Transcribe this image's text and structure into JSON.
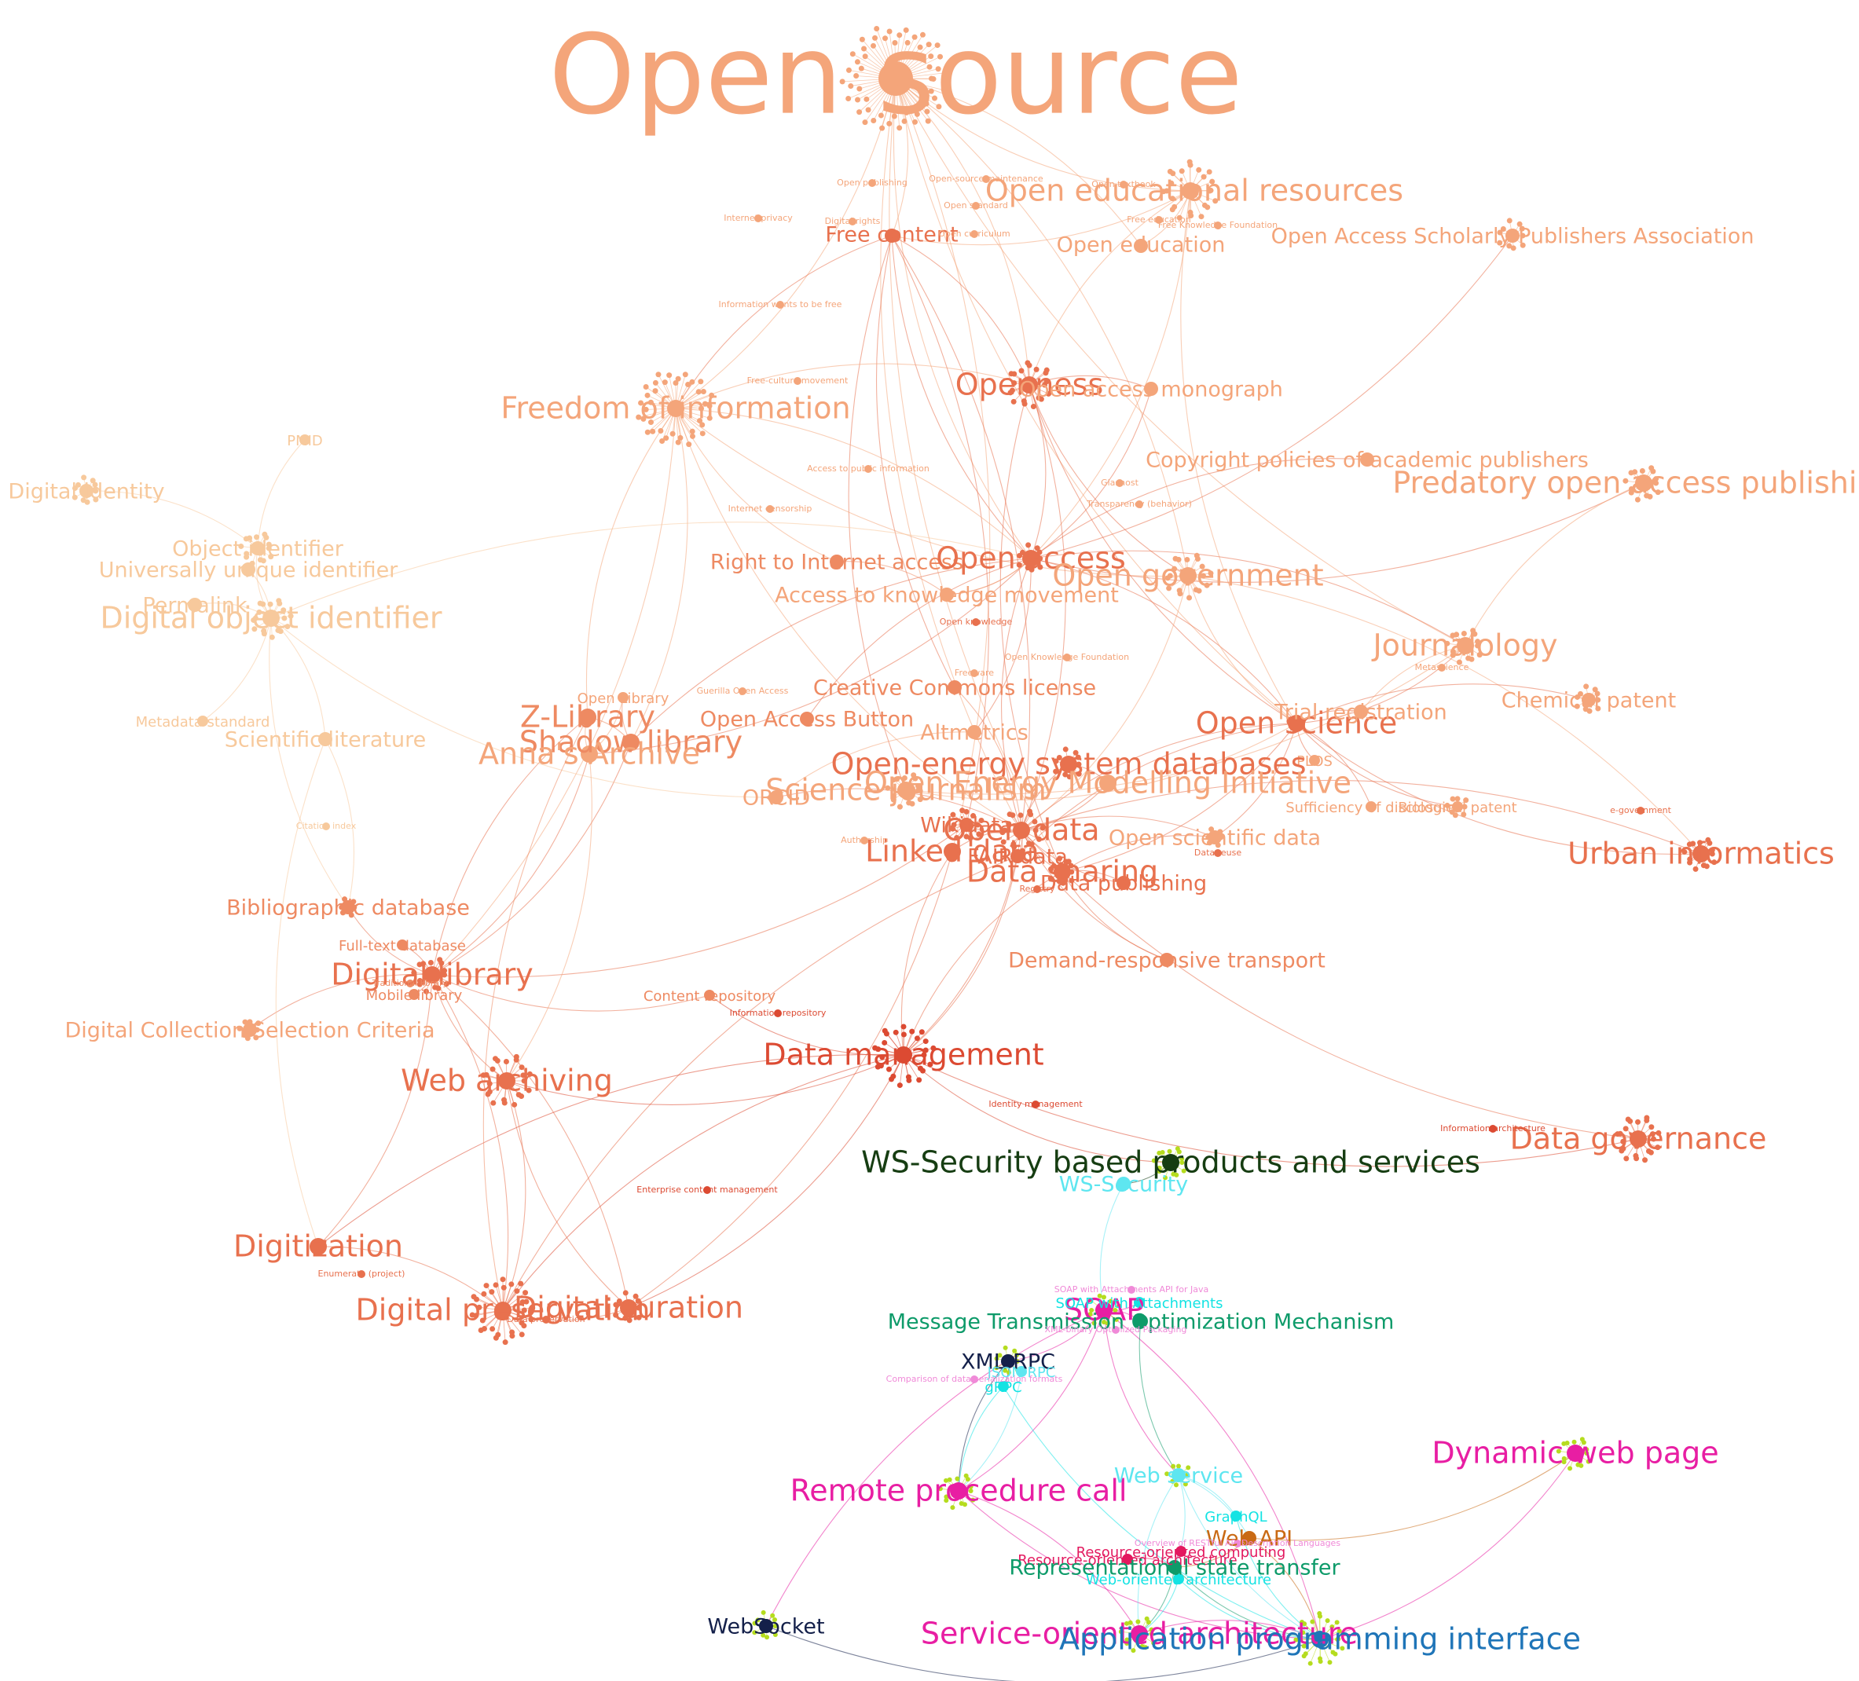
{
  "colors": {
    "peach": "#f4a57a",
    "salmon": "#ee8a62",
    "coral": "#e8714e",
    "red": "#dc4a32",
    "cream": "#f7c99c",
    "darkgreen": "#163d12",
    "cyan": "#5ee6f0",
    "aqua": "#14e3e3",
    "magenta": "#e81ea3",
    "teal": "#0e9b6a",
    "navy": "#14204a",
    "orange": "#c96a14",
    "crimson": "#e3195f",
    "blue": "#1f75b8",
    "pink": "#f08ad8",
    "lime": "#b5dc1e"
  },
  "nodes": [
    {
      "id": "open-source",
      "label": "Open source",
      "color": "peach",
      "size": "huge"
    },
    {
      "id": "open-educational-resources",
      "label": "Open educational resources",
      "color": "peach",
      "size": "large"
    },
    {
      "id": "free-content",
      "label": "Free content",
      "color": "coral",
      "size": "medium"
    },
    {
      "id": "open-education",
      "label": "Open education",
      "color": "peach",
      "size": "medium"
    },
    {
      "id": "oaspa",
      "label": "Open Access Scholarly Publishers Association",
      "color": "peach",
      "size": "medium"
    },
    {
      "id": "freedom-of-information",
      "label": "Freedom of information",
      "color": "peach",
      "size": "large"
    },
    {
      "id": "openness",
      "label": "Openness",
      "color": "coral",
      "size": "large"
    },
    {
      "id": "open-access-monograph",
      "label": "Open access monograph",
      "color": "peach",
      "size": "medium"
    },
    {
      "id": "copyright-policies",
      "label": "Copyright policies of academic publishers",
      "color": "peach",
      "size": "medium"
    },
    {
      "id": "predatory-oa",
      "label": "Predatory open access publishing",
      "color": "peach",
      "size": "large"
    },
    {
      "id": "pmid",
      "label": "PMID",
      "color": "cream",
      "size": "small"
    },
    {
      "id": "digital-identity",
      "label": "Digital identity",
      "color": "cream",
      "size": "medium"
    },
    {
      "id": "object-identifier",
      "label": "Object identifier",
      "color": "cream",
      "size": "medium"
    },
    {
      "id": "uuid",
      "label": "Universally unique identifier",
      "color": "cream",
      "size": "medium"
    },
    {
      "id": "permalink",
      "label": "Permalink",
      "color": "cream",
      "size": "medium"
    },
    {
      "id": "doi",
      "label": "Digital object identifier",
      "color": "cream",
      "size": "large"
    },
    {
      "id": "metadata-standard",
      "label": "Metadata standard",
      "color": "cream",
      "size": "small"
    },
    {
      "id": "scientific-literature",
      "label": "Scientific literature",
      "color": "cream",
      "size": "medium"
    },
    {
      "id": "right-to-internet-access",
      "label": "Right to Internet access",
      "color": "salmon",
      "size": "medium"
    },
    {
      "id": "open-access",
      "label": "Open access",
      "color": "coral",
      "size": "large"
    },
    {
      "id": "open-government",
      "label": "Open government",
      "color": "peach",
      "size": "large"
    },
    {
      "id": "access-to-knowledge",
      "label": "Access to knowledge movement",
      "color": "peach",
      "size": "medium"
    },
    {
      "id": "journalology",
      "label": "Journalology",
      "color": "peach",
      "size": "large"
    },
    {
      "id": "creative-commons",
      "label": "Creative Commons license",
      "color": "salmon",
      "size": "medium"
    },
    {
      "id": "open-access-button",
      "label": "Open Access Button",
      "color": "salmon",
      "size": "medium"
    },
    {
      "id": "z-library",
      "label": "Z-Library",
      "color": "salmon",
      "size": "large"
    },
    {
      "id": "shadow-library",
      "label": "Shadow library",
      "color": "salmon",
      "size": "large"
    },
    {
      "id": "annas-archive",
      "label": "Anna's Archive",
      "color": "peach",
      "size": "large"
    },
    {
      "id": "open-library",
      "label": "Open Library",
      "color": "peach",
      "size": "small"
    },
    {
      "id": "altmetrics",
      "label": "Altmetrics",
      "color": "peach",
      "size": "medium"
    },
    {
      "id": "open-science",
      "label": "Open science",
      "color": "coral",
      "size": "large"
    },
    {
      "id": "chemical-patent",
      "label": "Chemical patent",
      "color": "peach",
      "size": "medium"
    },
    {
      "id": "trial-registration",
      "label": "Trial registration",
      "color": "peach",
      "size": "medium"
    },
    {
      "id": "plos",
      "label": "PLOS",
      "color": "peach",
      "size": "small"
    },
    {
      "id": "open-energy-databases",
      "label": "Open-energy system databases",
      "color": "coral",
      "size": "large"
    },
    {
      "id": "open-energy-initiative",
      "label": "Open Energy Modelling Initiative",
      "color": "peach",
      "size": "large"
    },
    {
      "id": "science-journalism",
      "label": "Science journalism",
      "color": "peach",
      "size": "large"
    },
    {
      "id": "orcid",
      "label": "ORCID",
      "color": "peach",
      "size": "medium"
    },
    {
      "id": "wikidata",
      "label": "Wikidata",
      "color": "coral",
      "size": "medium"
    },
    {
      "id": "open-data",
      "label": "Open data",
      "color": "coral",
      "size": "large"
    },
    {
      "id": "linked-data",
      "label": "Linked data",
      "color": "coral",
      "size": "large"
    },
    {
      "id": "fair-data",
      "label": "FAIR data",
      "color": "coral",
      "size": "medium"
    },
    {
      "id": "data-sharing",
      "label": "Data sharing",
      "color": "coral",
      "size": "large"
    },
    {
      "id": "data-publishing",
      "label": "Data publishing",
      "color": "coral",
      "size": "medium"
    },
    {
      "id": "open-scientific-data",
      "label": "Open scientific data",
      "color": "peach",
      "size": "medium"
    },
    {
      "id": "sufficiency",
      "label": "Sufficiency of disclosure",
      "color": "peach",
      "size": "small"
    },
    {
      "id": "biological-patent",
      "label": "Biological patent",
      "color": "peach",
      "size": "small"
    },
    {
      "id": "urban-informatics",
      "label": "Urban informatics",
      "color": "coral",
      "size": "large"
    },
    {
      "id": "bibliographic-database",
      "label": "Bibliographic database",
      "color": "salmon",
      "size": "medium"
    },
    {
      "id": "full-text-database",
      "label": "Full-text database",
      "color": "salmon",
      "size": "small"
    },
    {
      "id": "digital-library",
      "label": "Digital library",
      "color": "coral",
      "size": "large"
    },
    {
      "id": "mobile-library",
      "label": "Mobile library",
      "color": "salmon",
      "size": "small"
    },
    {
      "id": "digital-collection-criteria",
      "label": "Digital Collection Selection Criteria",
      "color": "peach",
      "size": "medium"
    },
    {
      "id": "demand-responsive-transport",
      "label": "Demand-responsive transport",
      "color": "salmon",
      "size": "medium"
    },
    {
      "id": "content-repository",
      "label": "Content repository",
      "color": "salmon",
      "size": "small"
    },
    {
      "id": "data-management",
      "label": "Data management",
      "color": "red",
      "size": "large"
    },
    {
      "id": "web-archiving",
      "label": "Web archiving",
      "color": "coral",
      "size": "large"
    },
    {
      "id": "data-governance",
      "label": "Data governance",
      "color": "coral",
      "size": "large"
    },
    {
      "id": "ws-security-products",
      "label": "WS-Security based products and services",
      "color": "darkgreen",
      "size": "large"
    },
    {
      "id": "ws-security",
      "label": "WS-Security",
      "color": "cyan",
      "size": "medium"
    },
    {
      "id": "digitization",
      "label": "Digitization",
      "color": "coral",
      "size": "large"
    },
    {
      "id": "digital-preservation",
      "label": "Digital preservation",
      "color": "coral",
      "size": "large"
    },
    {
      "id": "digital-curation",
      "label": "Digital curation",
      "color": "coral",
      "size": "large"
    },
    {
      "id": "soap",
      "label": "SOAP",
      "color": "magenta",
      "size": "large"
    },
    {
      "id": "soap-attachments",
      "label": "SOAP with Attachments",
      "color": "aqua",
      "size": "small"
    },
    {
      "id": "mtom",
      "label": "Message Transmission Optimization Mechanism",
      "color": "teal",
      "size": "medium"
    },
    {
      "id": "xml-rpc",
      "label": "XML-RPC",
      "color": "navy",
      "size": "medium"
    },
    {
      "id": "json-rpc",
      "label": "JSON-RPC",
      "color": "cyan",
      "size": "small"
    },
    {
      "id": "grpc",
      "label": "gRPC",
      "color": "aqua",
      "size": "small"
    },
    {
      "id": "dynamic-web-page",
      "label": "Dynamic web page",
      "color": "magenta",
      "size": "large"
    },
    {
      "id": "remote-procedure-call",
      "label": "Remote procedure call",
      "color": "magenta",
      "size": "large"
    },
    {
      "id": "web-service",
      "label": "Web service",
      "color": "cyan",
      "size": "medium"
    },
    {
      "id": "graphql",
      "label": "GraphQL",
      "color": "aqua",
      "size": "small"
    },
    {
      "id": "web-api",
      "label": "Web API",
      "color": "orange",
      "size": "medium"
    },
    {
      "id": "resource-oriented-computing",
      "label": "Resource-oriented computing",
      "color": "crimson",
      "size": "small"
    },
    {
      "id": "resource-oriented-architecture",
      "label": "Resource-oriented architecture",
      "color": "crimson",
      "size": "small"
    },
    {
      "id": "rest",
      "label": "Representational state transfer",
      "color": "teal",
      "size": "medium"
    },
    {
      "id": "web-oriented-architecture",
      "label": "Web-oriented architecture",
      "color": "aqua",
      "size": "small"
    },
    {
      "id": "websocket",
      "label": "WebSocket",
      "color": "navy",
      "size": "medium"
    },
    {
      "id": "soa",
      "label": "Service-oriented architecture",
      "color": "magenta",
      "size": "large"
    },
    {
      "id": "api",
      "label": "Application programming interface",
      "color": "blue",
      "size": "large"
    }
  ],
  "minor_labels": [
    {
      "label": "Open-source maintenance",
      "color": "peach"
    },
    {
      "label": "Open publishing",
      "color": "peach"
    },
    {
      "label": "Open standard",
      "color": "peach"
    },
    {
      "label": "Digital rights",
      "color": "peach"
    },
    {
      "label": "Open curriculum",
      "color": "peach"
    },
    {
      "label": "Internet privacy",
      "color": "peach"
    },
    {
      "label": "Free education",
      "color": "peach"
    },
    {
      "label": "Free Knowledge Foundation",
      "color": "peach"
    },
    {
      "label": "Open textbook",
      "color": "peach"
    },
    {
      "label": "Information wants to be free",
      "color": "peach"
    },
    {
      "label": "Free-culture movement",
      "color": "peach"
    },
    {
      "label": "Access to public information",
      "color": "peach"
    },
    {
      "label": "Internet censorship",
      "color": "peach"
    },
    {
      "label": "Glasnost",
      "color": "peach"
    },
    {
      "label": "Transparency (behavior)",
      "color": "peach"
    },
    {
      "label": "Open knowledge",
      "color": "coral"
    },
    {
      "label": "Open Knowledge Foundation",
      "color": "peach"
    },
    {
      "label": "Freeware",
      "color": "peach"
    },
    {
      "label": "Guerilla Open Access",
      "color": "peach"
    },
    {
      "label": "Metascience",
      "color": "peach"
    },
    {
      "label": "Citation index",
      "color": "cream"
    },
    {
      "label": "Traditional library",
      "color": "salmon"
    },
    {
      "label": "Information repository",
      "color": "red"
    },
    {
      "label": "Identity management",
      "color": "red"
    },
    {
      "label": "Enterprise content management",
      "color": "red"
    },
    {
      "label": "Information architecture",
      "color": "red"
    },
    {
      "label": "Enumerate (project)",
      "color": "coral"
    },
    {
      "label": "Data preservation",
      "color": "coral"
    },
    {
      "label": "e-government",
      "color": "coral"
    },
    {
      "label": "Authorship",
      "color": "peach"
    },
    {
      "label": "Data reuse",
      "color": "coral"
    },
    {
      "label": "Registry",
      "color": "coral"
    },
    {
      "label": "SOAP with Attachments API for Java",
      "color": "pink"
    },
    {
      "label": "XML-binary Optimized Packaging",
      "color": "pink"
    },
    {
      "label": "Comparison of data-serialization formats",
      "color": "pink"
    },
    {
      "label": "Overview of RESTful API Description Languages",
      "color": "pink"
    }
  ]
}
